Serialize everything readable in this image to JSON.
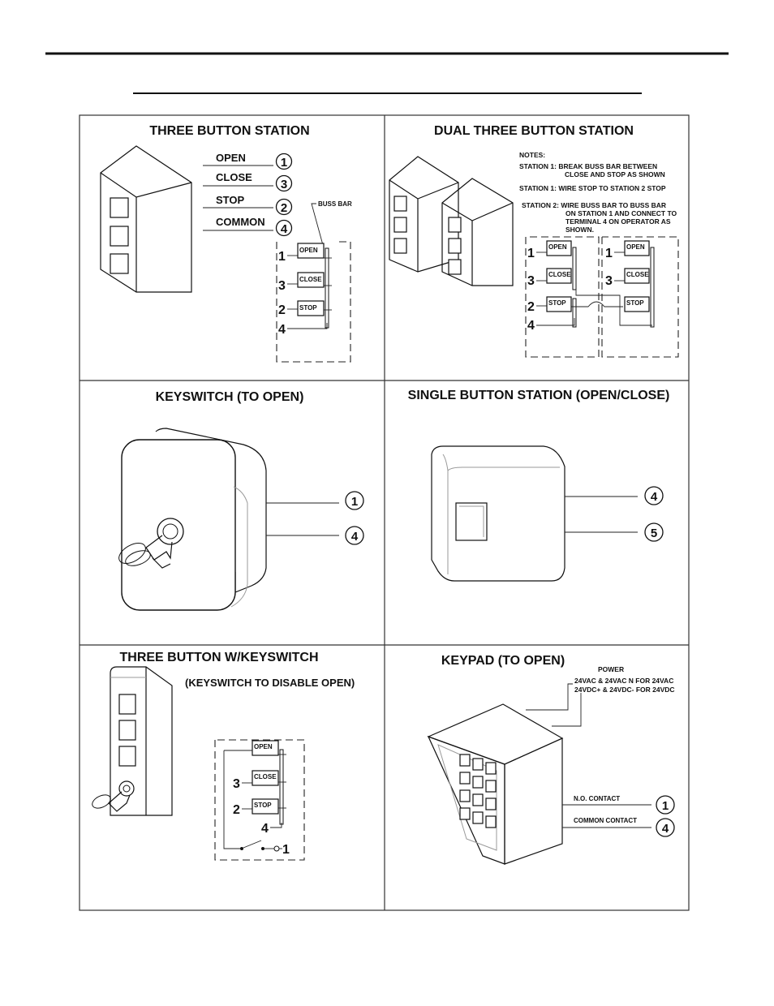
{
  "panels": {
    "three_button": {
      "title": "THREE BUTTON STATION",
      "legend": [
        {
          "label": "OPEN",
          "terminal": "1"
        },
        {
          "label": "CLOSE",
          "terminal": "3"
        },
        {
          "label": "STOP",
          "terminal": "2"
        },
        {
          "label": "COMMON",
          "terminal": "4"
        }
      ],
      "buss_bar": "BUSS BAR",
      "buttons": [
        "OPEN",
        "CLOSE",
        "STOP"
      ],
      "terminals": [
        "1",
        "3",
        "2",
        "4"
      ]
    },
    "dual_three_button": {
      "title": "DUAL THREE BUTTON STATION",
      "notes_header": "NOTES:",
      "note1_a": "STATION 1: BREAK BUSS BAR BETWEEN",
      "note1_b": "CLOSE AND STOP AS SHOWN",
      "note2": "STATION 1: WIRE STOP TO STATION 2 STOP",
      "note3_a": "STATION 2: WIRE BUSS BAR TO BUSS BAR",
      "note3_b": "ON STATION 1 AND CONNECT TO",
      "note3_c": "TERMINAL 4 ON OPERATOR AS",
      "note3_d": "SHOWN.",
      "buttons": [
        "OPEN",
        "CLOSE",
        "STOP"
      ],
      "terminals_left": [
        "1",
        "3",
        "2",
        "4"
      ],
      "terminals_right": [
        "1",
        "3"
      ]
    },
    "keyswitch": {
      "title": "KEYSWITCH (TO OPEN)",
      "terminals": [
        "1",
        "4"
      ]
    },
    "single_button": {
      "title": "SINGLE BUTTON STATION (OPEN/CLOSE)",
      "terminals": [
        "4",
        "5"
      ]
    },
    "three_button_keyswitch": {
      "title": "THREE BUTTON W/KEYSWITCH",
      "subtitle": "(KEYSWITCH TO DISABLE OPEN)",
      "buttons": [
        "OPEN",
        "CLOSE",
        "STOP"
      ],
      "terminals": [
        "3",
        "2",
        "4",
        "1"
      ]
    },
    "keypad": {
      "title": "KEYPAD (TO OPEN)",
      "power": "POWER",
      "power_line1": "24VAC & 24VAC N FOR 24VAC",
      "power_line2": "24VDC+ & 24VDC- FOR 24VDC",
      "contacts": [
        {
          "label": "N.O. CONTACT",
          "terminal": "1"
        },
        {
          "label": "COMMON CONTACT",
          "terminal": "4"
        }
      ]
    }
  }
}
